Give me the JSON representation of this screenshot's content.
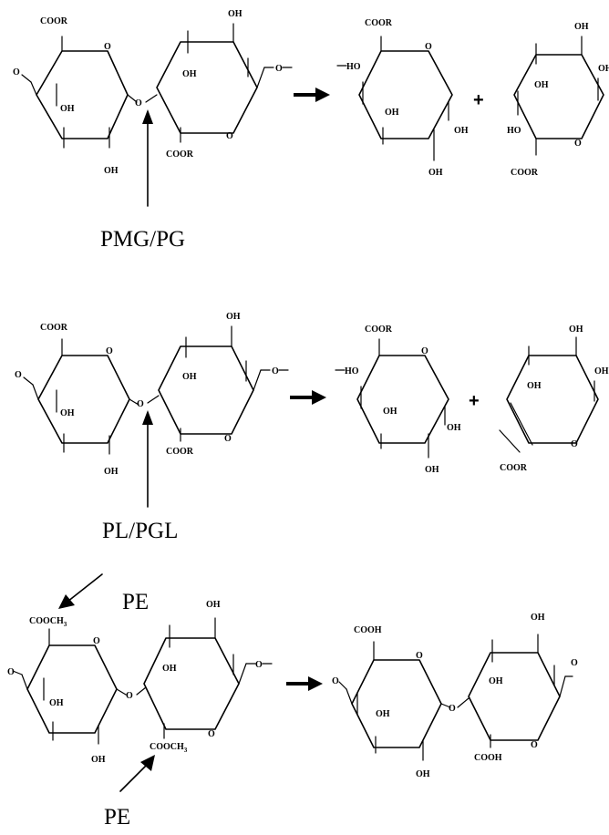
{
  "groups": {
    "coor": "COOR",
    "cooh": "COOH",
    "cooch3": "COOCH",
    "cooch3_sub": "3",
    "oh": "OH",
    "ho": "HO",
    "o": "O",
    "plus": "+"
  },
  "reactions": [
    {
      "enzyme": "PMG/PG"
    },
    {
      "enzyme": "PL/PGL"
    },
    {
      "enzyme_top": "PE",
      "enzyme_bottom": "PE"
    }
  ]
}
